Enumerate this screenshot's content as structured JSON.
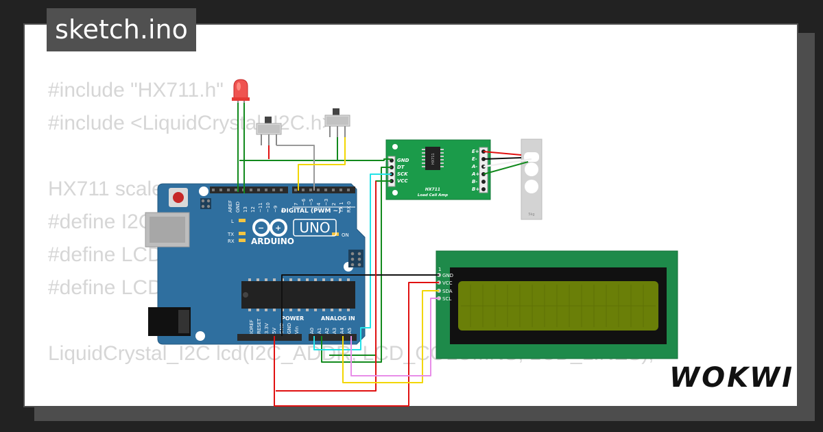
{
  "window": {
    "title": "sketch.ino"
  },
  "code": {
    "lines": [
      "#include \"HX711.h\"",
      "#include <LiquidCrystal_I2C.h>",
      "",
      "HX711 scale;",
      "#define I2C_ADDR 0x27",
      "#define LCD_COLUMNS 16",
      "#define LCD_LINES 2",
      "",
      "LiquidCrystal_I2C lcd(I2C_ADDR, LCD_COLUMNS, LCD_LINES);"
    ]
  },
  "arduino": {
    "aref": "AREF",
    "gnd": "GND",
    "d13": "13",
    "d12": "12",
    "d11": "~11",
    "d10": "~10",
    "d9": "~9",
    "d8": "8",
    "d7": "7",
    "d6": "~6",
    "d5": "~5",
    "d4": "4",
    "d3": "~3",
    "d2": "2",
    "tx1": "TX 1",
    "rx0": "RX 0",
    "digital": "DIGITAL (PWM ~)",
    "led_l": "L",
    "led_tx": "TX",
    "led_rx": "RX",
    "led_on": "ON",
    "model": "UNO",
    "brand": "ARDUINO",
    "power": "POWER",
    "analog_in": "ANALOG IN",
    "ioref": "IOREF",
    "reset": "RESET",
    "v33": "3.3V",
    "v5": "5V",
    "gnd1": "GND",
    "gnd2": "GND",
    "vin": "Vin",
    "a0": "A0",
    "a1": "A1",
    "a2": "A2",
    "a3": "A3",
    "a4": "A4",
    "a5": "A5"
  },
  "hx711": {
    "gnd": "GND",
    "dt": "DT",
    "sck": "SCK",
    "vcc": "VCC",
    "e_plus": "E+",
    "e_minus": "E-",
    "a_minus": "A-",
    "a_plus": "A+",
    "b_minus": "B-",
    "b_plus": "B+",
    "chip": "HX711",
    "name": "HX711",
    "subtitle": "Load Cell Amp"
  },
  "load_cell": {
    "label": "5kg"
  },
  "lcd": {
    "pin1": "1",
    "gnd": "GND",
    "vcc": "VCC",
    "sda": "SDA",
    "scl": "SCL"
  },
  "brand": {
    "wokwi": "WOKWI"
  },
  "colors": {
    "board": "#2f6f9f",
    "hx_board": "#1b9b4a",
    "lcd_pcb": "#1e8a4a",
    "lcd_screen": "#6a7f08",
    "wire_red": "#e01010",
    "wire_black": "#111111",
    "wire_green": "#11891c",
    "wire_yellow": "#f2d600",
    "wire_cyan": "#22e2e8",
    "wire_pink": "#e88ce8",
    "wire_gray": "#999999"
  }
}
